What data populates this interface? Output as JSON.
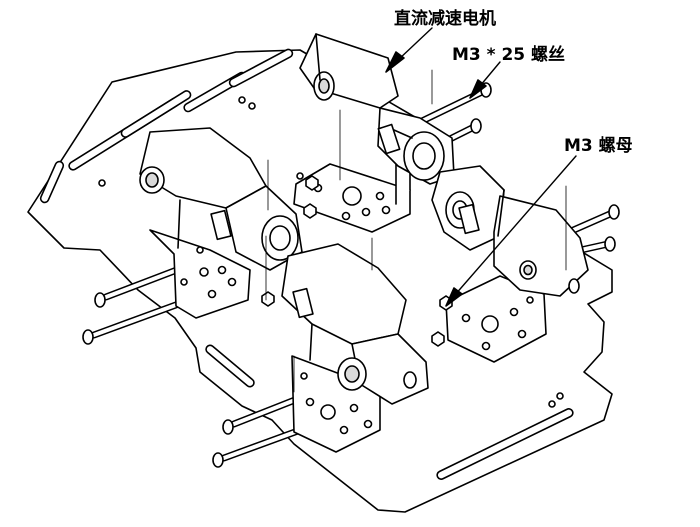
{
  "labels": {
    "motor": "直流减速电机",
    "screw": "M3 * 25 螺丝",
    "nut": "M3 螺母"
  },
  "colors": {
    "line": "#000000",
    "background": "#ffffff",
    "part_fill": "#ffffff",
    "shade": "#d9d9d9"
  }
}
